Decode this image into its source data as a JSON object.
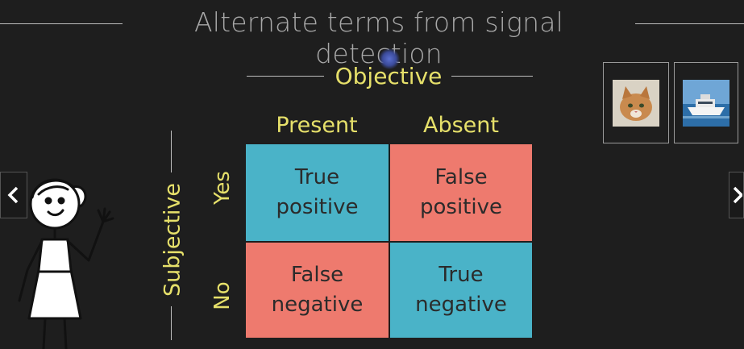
{
  "slide": {
    "title": "Alternate terms from signal detection",
    "objective_label": "Objective",
    "subjective_label": "Subjective",
    "columns": [
      "Present",
      "Absent"
    ],
    "rows": [
      "Yes",
      "No"
    ],
    "cells": {
      "true_positive": "True\npositive",
      "false_positive": "False\npositive",
      "false_negative": "False\nnegative",
      "true_negative": "True\nnegative"
    },
    "thumbnails": [
      "cat-image",
      "boat-image"
    ]
  },
  "nav": {
    "prev_icon": "chevron-left-icon",
    "next_icon": "chevron-right-icon"
  },
  "colors": {
    "background": "#1e1e1e",
    "accent_yellow": "#e6e06a",
    "positive_blue": "#4ab3c8",
    "negative_red": "#ee7a6e"
  }
}
